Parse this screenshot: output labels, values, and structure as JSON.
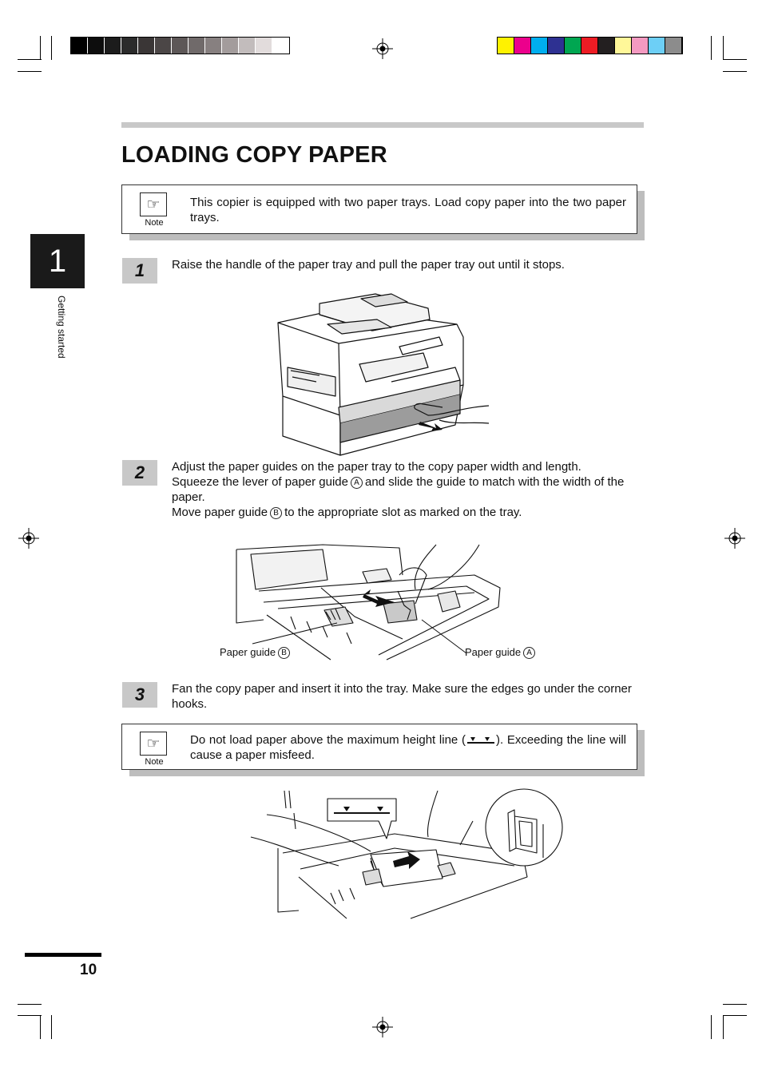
{
  "page": {
    "title": "LOADING COPY PAPER",
    "chapter_number": "1",
    "chapter_label": "Getting started",
    "page_number": "10"
  },
  "note1": {
    "icon_label": "Note",
    "text": "This copier is equipped with two paper trays. Load copy paper into the two paper trays."
  },
  "steps": [
    {
      "number": "1",
      "lines": [
        "Raise the handle of the paper tray and pull the paper tray out until it stops."
      ]
    },
    {
      "number": "2",
      "line1": "Adjust the paper guides on the paper tray to the copy paper width and length.",
      "line2_before": "Squeeze the lever of paper guide",
      "line2_marker": "A",
      "line2_after": "and slide the guide to match with the width of the paper.",
      "line3_before": "Move paper guide",
      "line3_marker": "B",
      "line3_after": "to the appropriate slot as marked on the tray."
    },
    {
      "number": "3",
      "text": "Fan the copy paper and insert it into the tray. Make sure the edges go under the corner hooks."
    }
  ],
  "figure2": {
    "label_b_text": "Paper guide",
    "label_b_marker": "B",
    "label_a_text": "Paper guide",
    "label_a_marker": "A"
  },
  "note2": {
    "icon_label": "Note",
    "text_before": "Do not load paper above the maximum height line (",
    "text_after": "). Exceeding the line will cause a paper misfeed."
  },
  "print_marks": {
    "grey_swatches": [
      "#000000",
      "#0d0d0d",
      "#1c1c1c",
      "#2b2b2b",
      "#3a3636",
      "#4b4646",
      "#5d5757",
      "#706a6a",
      "#878080",
      "#a39c9c",
      "#c2bcbc",
      "#e2dcdc",
      "#ffffff"
    ],
    "color_swatches": [
      "#fff200",
      "#ec008c",
      "#00aeef",
      "#2e3192",
      "#00a651",
      "#ed1c24",
      "#231f20",
      "#fff799",
      "#f49ac1",
      "#6dcff6",
      "#8c8c8c"
    ]
  }
}
